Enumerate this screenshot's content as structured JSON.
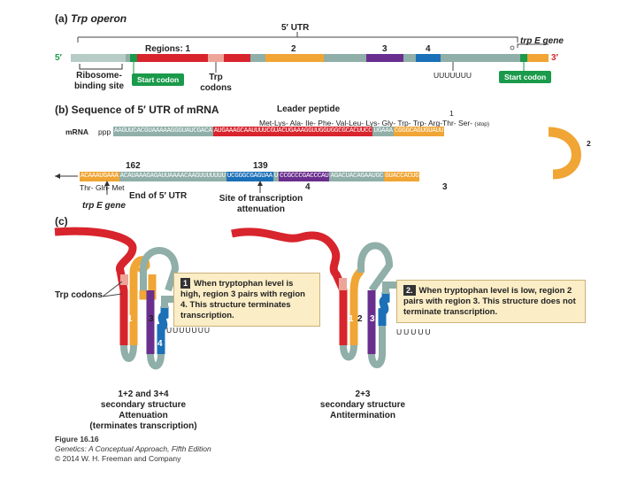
{
  "panel_a": {
    "title_prefix": "(a)",
    "title": "Trp operon",
    "utr_label": "5′ UTR",
    "trpE_label": "trp E gene",
    "regions_label": "Regions: 1",
    "region_2": "2",
    "region_3": "3",
    "region_4": "4",
    "five_prime": "5′",
    "three_prime": "3′",
    "rbs_label": "Ribosome-binding site",
    "start_codon_1": "Start codon",
    "start_codon_2": "Start codon",
    "trp_codons": "Trp codons",
    "uuuuuuu": "UUUUUUU"
  },
  "panel_b": {
    "title_prefix": "(b)",
    "title": "Sequence of 5′ UTR of mRNA",
    "leader_peptide": "Leader peptide",
    "peptide_seq": "Met-Lys- Ala- Ile- Phe- Val-Leu- Lys- Gly- Trp- Trp- Arg-Thr- Ser-",
    "stop": "(stop)",
    "region_1_num": "1",
    "region_2_num": "2",
    "region_3_num": "3",
    "region_4_num": "4",
    "mrna_label": "mRNA",
    "ppp": "ppp",
    "seq_top_grey": "AAGUUCACGUAAAAAGGGUAUCGACA",
    "seq_top_red": "AUGAAAGCAAUUUUCGUACUGAAAGGUUGGUGGCGCACUUCC",
    "seq_top_grey2": "UGAAA",
    "seq_top_orange": "CGGGCAGUGUAUU",
    "seq_bot_orange": "ACAAAUGAAA",
    "seq_bot_grey": "ACAUAAAGAGAUUAAAACAAGUUUUUUU",
    "seq_bot_blue": "UCGGGCGAGUAA",
    "seq_bot_grey2": "U",
    "seq_bot_purple": "CCGCCCGACCCAU",
    "seq_bot_grey3": "AGACUACAGAAUGC",
    "seq_bot_orange2": "GUACCACUG",
    "pos_162": "162",
    "pos_139": "139",
    "thr_gln_met": "Thr- Gln- Met",
    "trpE_gene": "trp E gene",
    "end_utr": "End of 5′ UTR",
    "attenuation_site": "Site of transcription attenuation"
  },
  "panel_c": {
    "title_prefix": "(c)",
    "trp_codons": "Trp codons",
    "callout_1_num": "1",
    "callout_1_text": "When tryptophan level is high, region 3 pairs with region 4. This structure terminates transcription.",
    "callout_2_num": "2.",
    "callout_2_text": "When tryptophan level is low, region 2 pairs with region 3. This structure does not terminate transcription.",
    "left_u": "UUUUUUU",
    "right_u": "UUUUU",
    "stem_1": "1",
    "stem_2": "2",
    "stem_3": "3",
    "stem_4": "4",
    "left_caption_1": "1+2 and 3+4",
    "left_caption_2": "secondary structure",
    "left_caption_3": "Attenuation",
    "left_caption_4": "(terminates transcription)",
    "right_caption_1": "2+3",
    "right_caption_2": "secondary structure",
    "right_caption_3": "Antitermination"
  },
  "credit": {
    "figure": "Figure 16.16",
    "book": "Genetics: A Conceptual Approach, Fifth Edition",
    "copyright": "© 2014 W. H. Freeman and Company"
  },
  "colors": {
    "red": "#d8242c",
    "orange": "#f0a534",
    "purple": "#6a2f8e",
    "blue": "#1b70b8",
    "grey": "#8fafa8",
    "pink": "#eda59a",
    "green": "#1a9a4a"
  }
}
